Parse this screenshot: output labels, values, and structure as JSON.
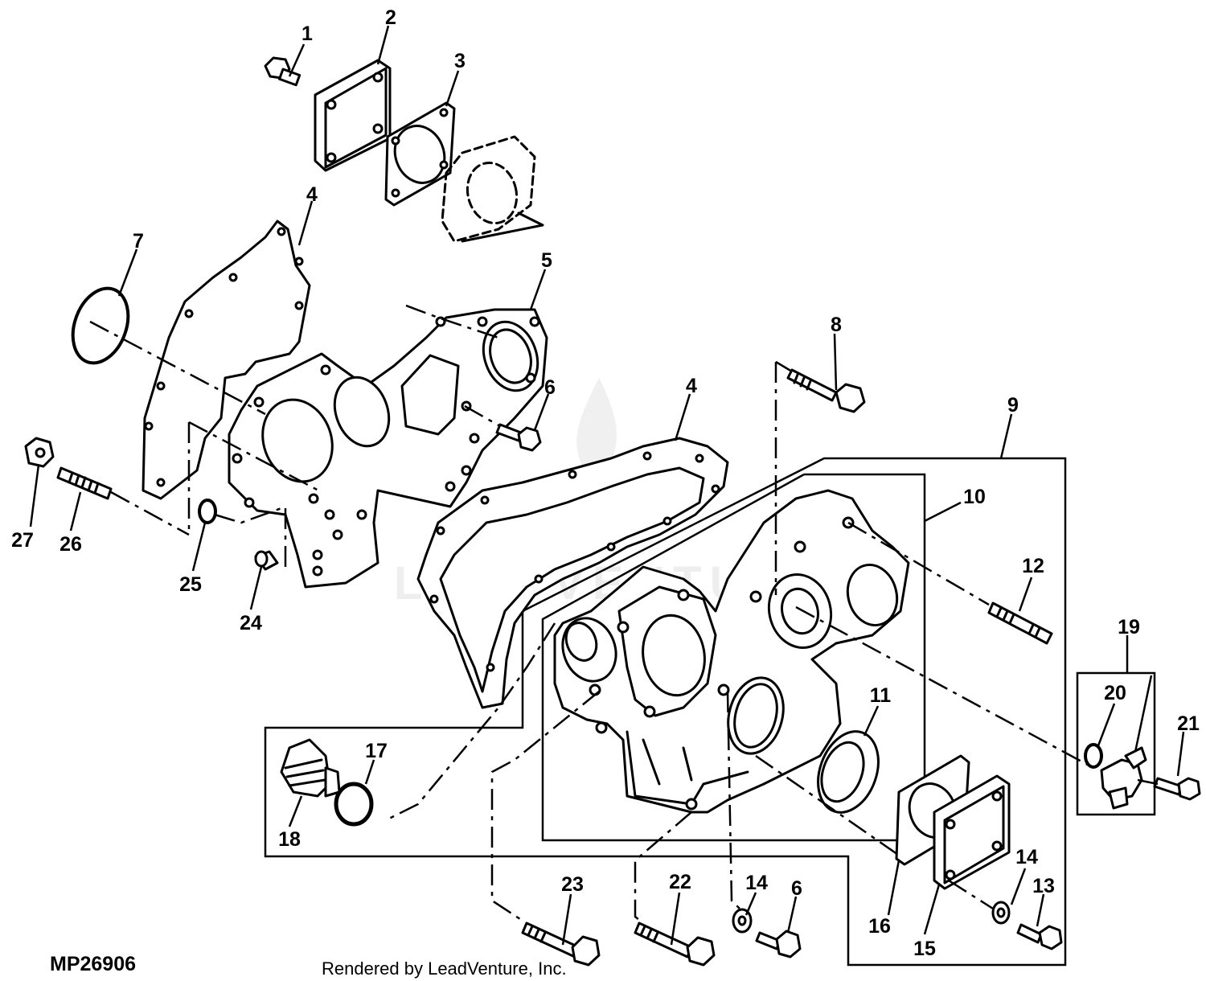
{
  "diagram_code": "MP26906",
  "credit": "Rendered by LeadVenture, Inc.",
  "watermark": "LEADVENTURE",
  "callouts": {
    "c1": "1",
    "c2": "2",
    "c3": "3",
    "c4a": "4",
    "c4b": "4",
    "c5": "5",
    "c6a": "6",
    "c6b": "6",
    "c7": "7",
    "c8": "8",
    "c9": "9",
    "c10": "10",
    "c11": "11",
    "c12": "12",
    "c13": "13",
    "c14a": "14",
    "c14b": "14",
    "c15": "15",
    "c16": "16",
    "c17": "17",
    "c18": "18",
    "c19": "19",
    "c20": "20",
    "c21": "21",
    "c22": "22",
    "c23": "23",
    "c24": "24",
    "c25": "25",
    "c26": "26",
    "c27": "27"
  }
}
